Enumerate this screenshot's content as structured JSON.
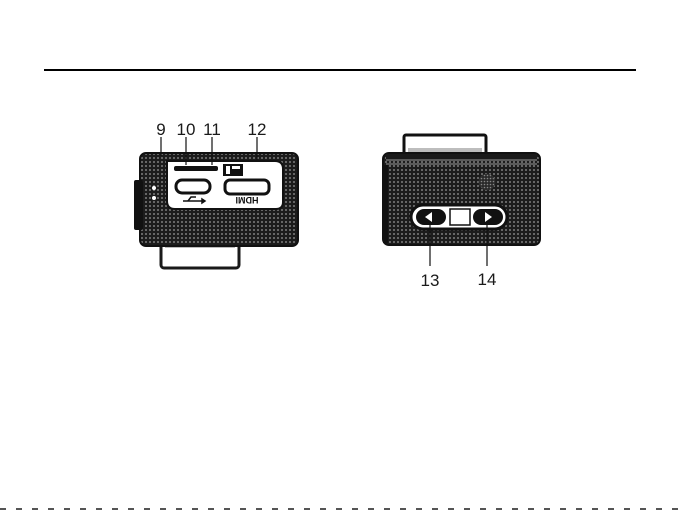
{
  "callouts": {
    "c9": "9",
    "c10": "10",
    "c11": "11",
    "c12": "12",
    "c13": "13",
    "c14": "14"
  },
  "port_labels": {
    "hdmi": "HDMI"
  },
  "icons": {
    "usb": "usb-icon",
    "microsd": "microsd-card-icon",
    "left_button": "left-arrow-icon",
    "right_button": "right-arrow-icon",
    "speaker": "speaker-grille-icon"
  },
  "colors": {
    "body": "#1c1c1c",
    "mesh": "#6a6a6a",
    "panel": "#ffffff",
    "line": "#000000"
  }
}
